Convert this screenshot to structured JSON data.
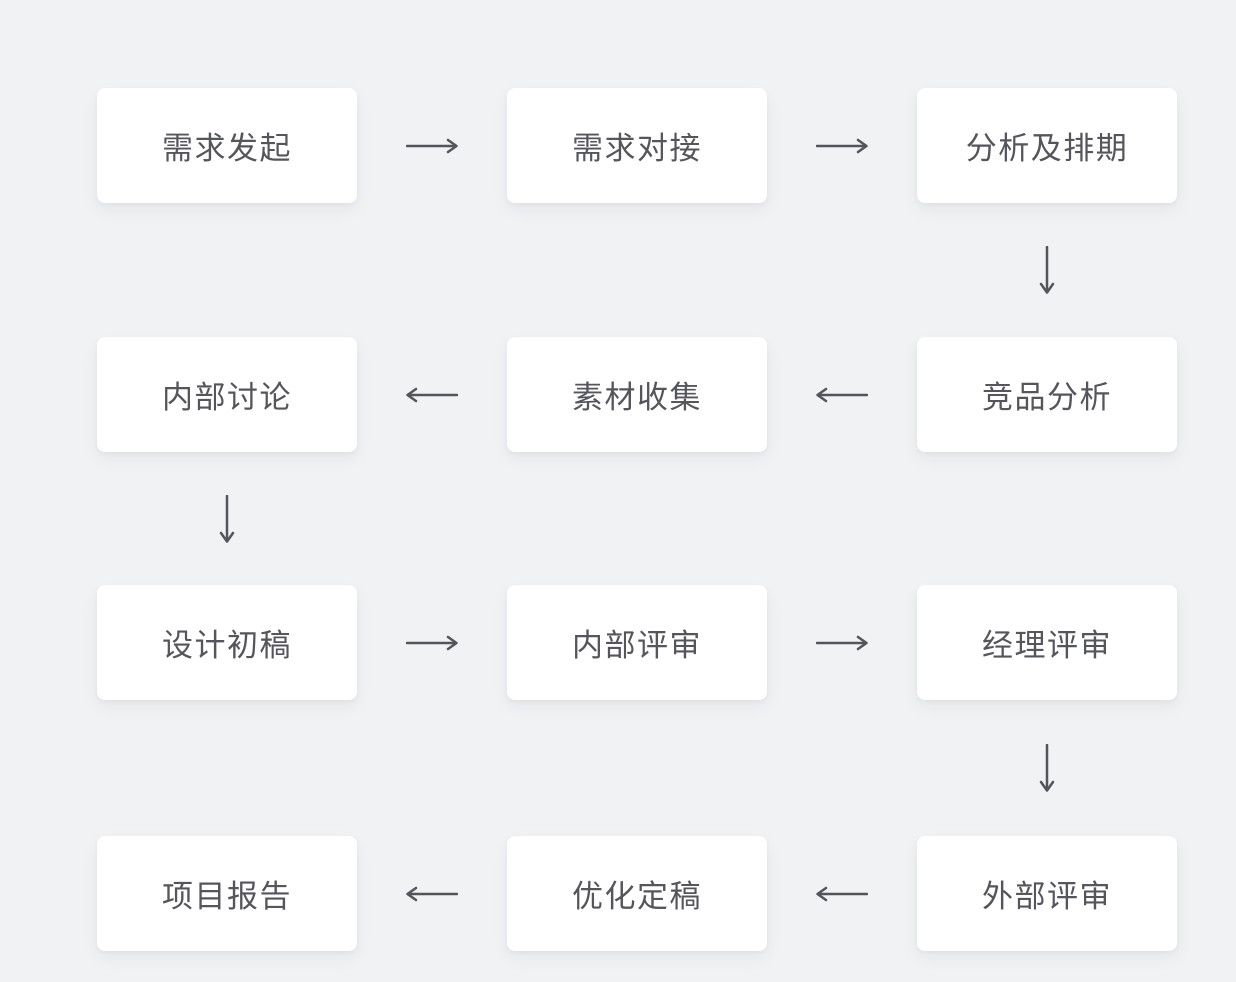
{
  "theme": {
    "background": "#f1f2f4",
    "node_bg": "#ffffff",
    "text": "#55565c",
    "arrow": "#54555b"
  },
  "flow": {
    "nodes": [
      {
        "label": "需求发起"
      },
      {
        "label": "需求对接"
      },
      {
        "label": "分析及排期"
      },
      {
        "label": "内部讨论"
      },
      {
        "label": "素材收集"
      },
      {
        "label": "竞品分析"
      },
      {
        "label": "设计初稿"
      },
      {
        "label": "内部评审"
      },
      {
        "label": "经理评审"
      },
      {
        "label": "项目报告"
      },
      {
        "label": "优化定稿"
      },
      {
        "label": "外部评审"
      }
    ],
    "icons": {
      "right_arrow": "→",
      "left_arrow": "←",
      "down_arrow": "↓"
    },
    "sequence": [
      "需求发起",
      "需求对接",
      "分析及排期",
      "竞品分析",
      "素材收集",
      "内部讨论",
      "设计初稿",
      "内部评审",
      "经理评审",
      "外部评审",
      "优化定稿",
      "项目报告"
    ],
    "connections": [
      {
        "from": "需求发起",
        "to": "需求对接"
      },
      {
        "from": "需求对接",
        "to": "分析及排期"
      },
      {
        "from": "分析及排期",
        "to": "竞品分析"
      },
      {
        "from": "竞品分析",
        "to": "素材收集"
      },
      {
        "from": "素材收集",
        "to": "内部讨论"
      },
      {
        "from": "内部讨论",
        "to": "设计初稿"
      },
      {
        "from": "设计初稿",
        "to": "内部评审"
      },
      {
        "from": "内部评审",
        "to": "经理评审"
      },
      {
        "from": "经理评审",
        "to": "外部评审"
      },
      {
        "from": "外部评审",
        "to": "优化定稿"
      },
      {
        "from": "优化定稿",
        "to": "项目报告"
      }
    ]
  }
}
